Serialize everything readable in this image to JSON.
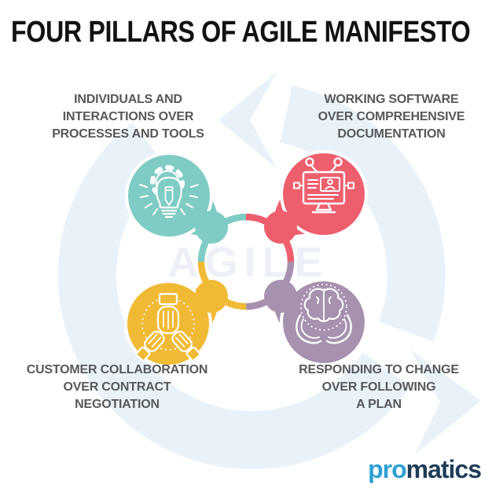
{
  "title": "FOUR PILLARS OF AGILE MANIFESTO",
  "watermark": {
    "text": "AGILE",
    "color": "#edf1f7"
  },
  "background": {
    "arrow_color": "#eaf2f9"
  },
  "pillars": [
    {
      "id": "individuals",
      "position": "top-left",
      "color": "#7fccc4",
      "icon": "idea-gear-bulb-icon",
      "lines": [
        "INDIVIDUALS AND",
        "INTERACTIONS OVER",
        "PROCESSES AND TOOLS"
      ]
    },
    {
      "id": "working-software",
      "position": "top-right",
      "color": "#ee5f6e",
      "icon": "software-monitor-icon",
      "lines": [
        "WORKING SOFTWARE",
        "OVER COMPREHENSIVE",
        "DOCUMENTATION"
      ]
    },
    {
      "id": "customer-collaboration",
      "position": "bottom-left",
      "color": "#f1ba35",
      "icon": "teamwork-hands-icon",
      "lines": [
        "CUSTOMER COLLABORATION",
        "OVER CONTRACT",
        "NEGOTIATION"
      ]
    },
    {
      "id": "responding-to-change",
      "position": "bottom-right",
      "color": "#a692af",
      "icon": "brain-in-hands-icon",
      "lines": [
        "RESPONDING TO CHANGE",
        "OVER FOLLOWING",
        "A PLAN"
      ]
    }
  ],
  "logo": {
    "prefix": "pro",
    "suffix": "matics",
    "prefix_color": "#2e9fd4",
    "suffix_color": "#1e3d59"
  }
}
